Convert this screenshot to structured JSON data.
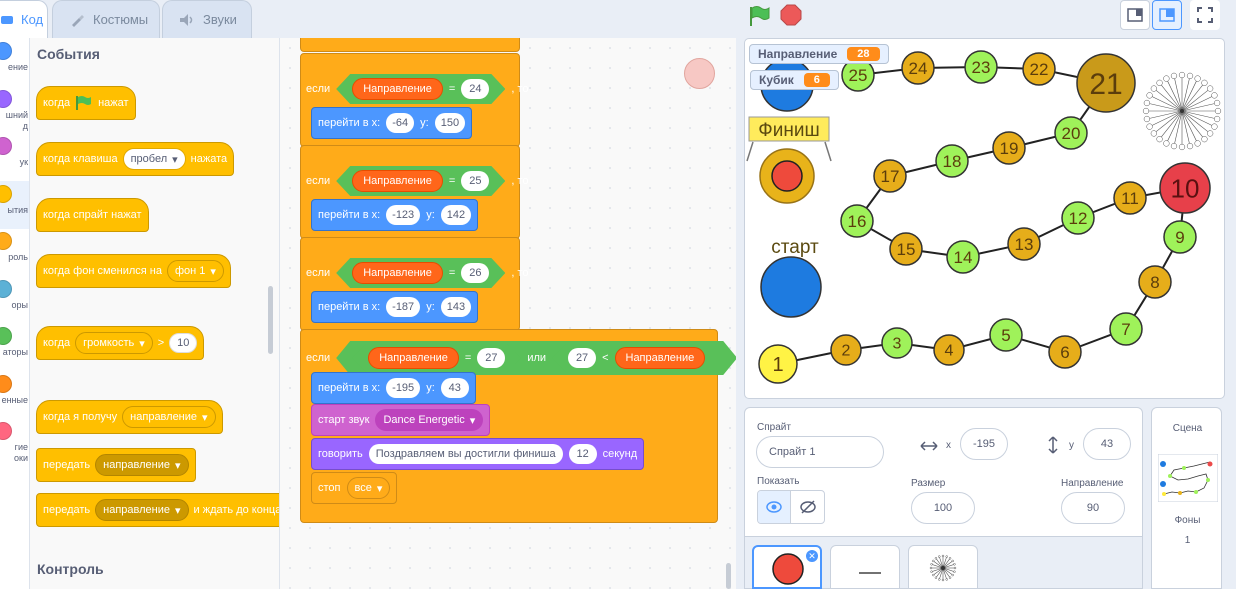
{
  "tabs": {
    "code": "Код",
    "costumes": "Костюмы",
    "sounds": "Звуки"
  },
  "categories": [
    {
      "label": "ение",
      "color": "#4c97ff"
    },
    {
      "label": "шний\nд",
      "color": "#9966ff"
    },
    {
      "label": "ук",
      "color": "#cf63cf"
    },
    {
      "label": "ытия",
      "color": "#ffbf00"
    },
    {
      "label": "роль",
      "color": "#ffab19"
    },
    {
      "label": "оры",
      "color": "#5cb1d6"
    },
    {
      "label": "аторы",
      "color": "#59c059"
    },
    {
      "label": "енные",
      "color": "#ff8c1a"
    },
    {
      "label": "гие\nоки",
      "color": "#ff6680"
    }
  ],
  "palette": {
    "events_title": "События",
    "when_flag": {
      "pre": "когда",
      "post": "нажат"
    },
    "when_key": {
      "pre": "когда клавиша",
      "key": "пробел",
      "post": "нажата"
    },
    "when_sprite_clicked": "когда спрайт нажат",
    "when_backdrop": {
      "pre": "когда фон сменился на",
      "value": "фон 1"
    },
    "when_loudness": {
      "pre": "когда",
      "value": "громкость",
      "op": ">",
      "num": "10"
    },
    "when_receive": {
      "pre": "когда я получу",
      "value": "направление"
    },
    "broadcast": {
      "pre": "передать",
      "value": "направление"
    },
    "broadcast_wait": {
      "pre": "передать",
      "value": "направление",
      "post": "и ждать до конца"
    },
    "control_title": "Контроль"
  },
  "script": {
    "if_word": "если",
    "then_word": ", то",
    "goto_word": "перейти в x:",
    "y_word": "y:",
    "var_name": "Направление",
    "eq": "=",
    "lt": "<",
    "or_word": "или",
    "blocks": [
      {
        "cond": "24",
        "x": "-64",
        "y": "150"
      },
      {
        "cond": "25",
        "x": "-123",
        "y": "142"
      },
      {
        "cond": "26",
        "x": "-187",
        "y": "143"
      }
    ],
    "last": {
      "cond": "27",
      "cond2": "27",
      "x": "-195",
      "y": "43"
    },
    "sound": {
      "label": "старт звук",
      "value": "Dance Energetic"
    },
    "say": {
      "label": "говорить",
      "text": "Поздравляем вы достигли финиша",
      "secs": "12",
      "post": "секунд"
    },
    "stop": {
      "label": "стоп",
      "value": "все"
    }
  },
  "stage": {
    "monitors": [
      {
        "label": "Направление",
        "value": "28"
      },
      {
        "label": "Кубик",
        "value": "6"
      }
    ],
    "finish_label": "Финиш",
    "start_label": "старт",
    "nodes": [
      "1",
      "2",
      "3",
      "4",
      "5",
      "6",
      "7",
      "8",
      "9",
      "10",
      "11",
      "12",
      "13",
      "14",
      "15",
      "16",
      "17",
      "18",
      "19",
      "20",
      "21",
      "22",
      "23",
      "24",
      "25"
    ]
  },
  "sprite_panel": {
    "sprite_label": "Спрайт",
    "sprite_name": "Спрайт 1",
    "x_label": "x",
    "x_value": "-195",
    "y_label": "y",
    "y_value": "43",
    "show_label": "Показать",
    "size_label": "Размер",
    "size_value": "100",
    "direction_label": "Направление",
    "direction_value": "90"
  },
  "scene": {
    "title": "Сцена",
    "backdrops_label": "Фоны",
    "backdrops_count": "1"
  },
  "colors": {
    "accent": "#4c97ff",
    "events": "#ffbf00",
    "control": "#ffab19",
    "motion": "#4c97ff",
    "operators": "#59c059",
    "variables": "#ff661a"
  }
}
